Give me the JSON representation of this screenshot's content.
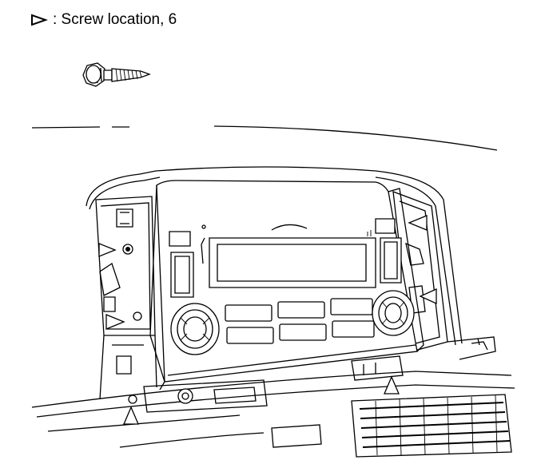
{
  "legend": {
    "icon": "open-triangle-marker-icon",
    "text": ": Screw location, 6"
  },
  "diagram": {
    "subject": "audio-unit-screw-locations",
    "screw_markers": 6
  }
}
